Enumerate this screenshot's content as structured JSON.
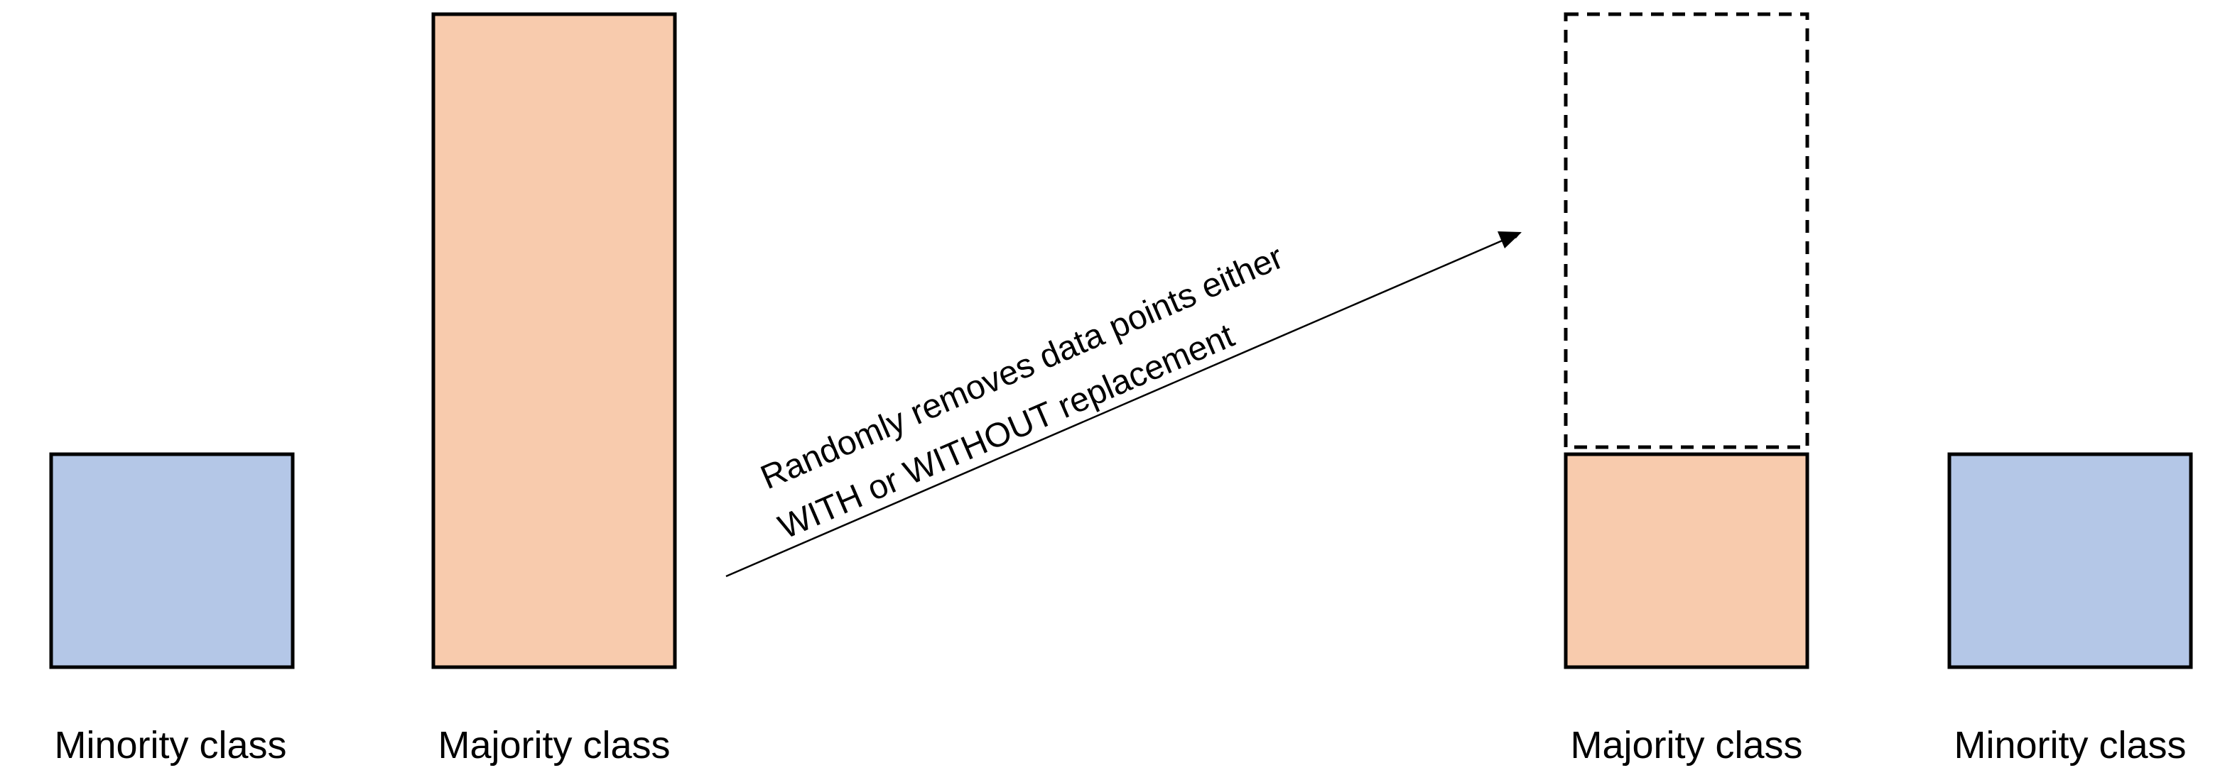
{
  "colors": {
    "minority_fill": "#b4c7e7",
    "majority_fill": "#f8cbad",
    "outline": "#000000",
    "background": "#ffffff"
  },
  "before": {
    "minority_label": "Minority class",
    "majority_label": "Majority class"
  },
  "arrow": {
    "line1": "Randomly removes data points either",
    "line2": "WITH or WITHOUT replacement"
  },
  "after": {
    "majority_label": "Majority class",
    "minority_label": "Minority class",
    "removed_portion_style": "dashed outline"
  }
}
